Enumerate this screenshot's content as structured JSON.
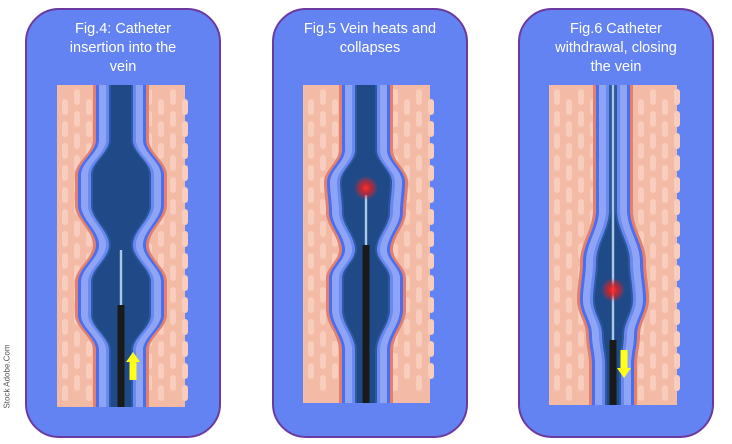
{
  "panels": [
    {
      "title": "Fig.4: Catheter insertion into the vein",
      "arrow": "up-arrow"
    },
    {
      "title": "Fig.5 Vein heats and collapses",
      "arrow": null
    },
    {
      "title": "Fig.6 Catheter withdrawal, closing the vein",
      "arrow": "down-arrow"
    }
  ],
  "watermark": "Stock Adobe.Com",
  "colors": {
    "panel": "#6483f2",
    "border": "#6a3aa0",
    "tissue": "#f3bba6",
    "lumen": "#1f4a87",
    "arrow": "#ffff1a",
    "glow": "#ff2020"
  }
}
